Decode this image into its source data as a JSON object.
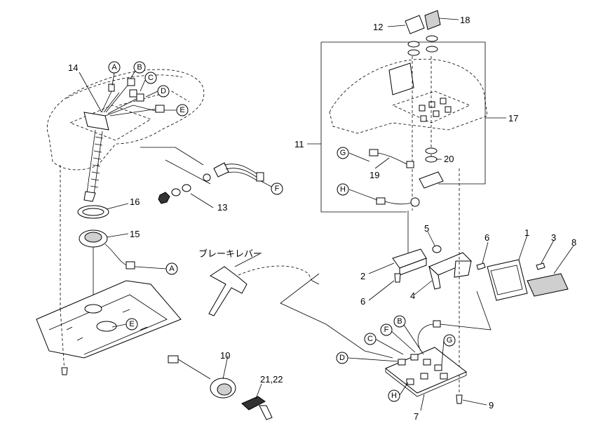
{
  "brake_lever_label": "ブレーキレバー",
  "part_numbers": {
    "p1": "1",
    "p2": "2",
    "p3": "3",
    "p4": "4",
    "p5": "5",
    "p6a": "6",
    "p6b": "6",
    "p7": "7",
    "p8": "8",
    "p9": "9",
    "p10": "10",
    "p11": "11",
    "p12": "12",
    "p13": "13",
    "p14": "14",
    "p15": "15",
    "p16": "16",
    "p17": "17",
    "p18": "18",
    "p19": "19",
    "p20": "20",
    "p21_22": "21,22"
  },
  "connector_letters": {
    "A1": "A",
    "B1": "B",
    "C1": "C",
    "D1": "D",
    "E1": "E",
    "F1": "F",
    "A2": "A",
    "E2": "E",
    "G1": "G",
    "H1": "H",
    "B2": "B",
    "C2": "C",
    "D2": "D",
    "F2": "F",
    "G2": "G",
    "H2": "H"
  }
}
